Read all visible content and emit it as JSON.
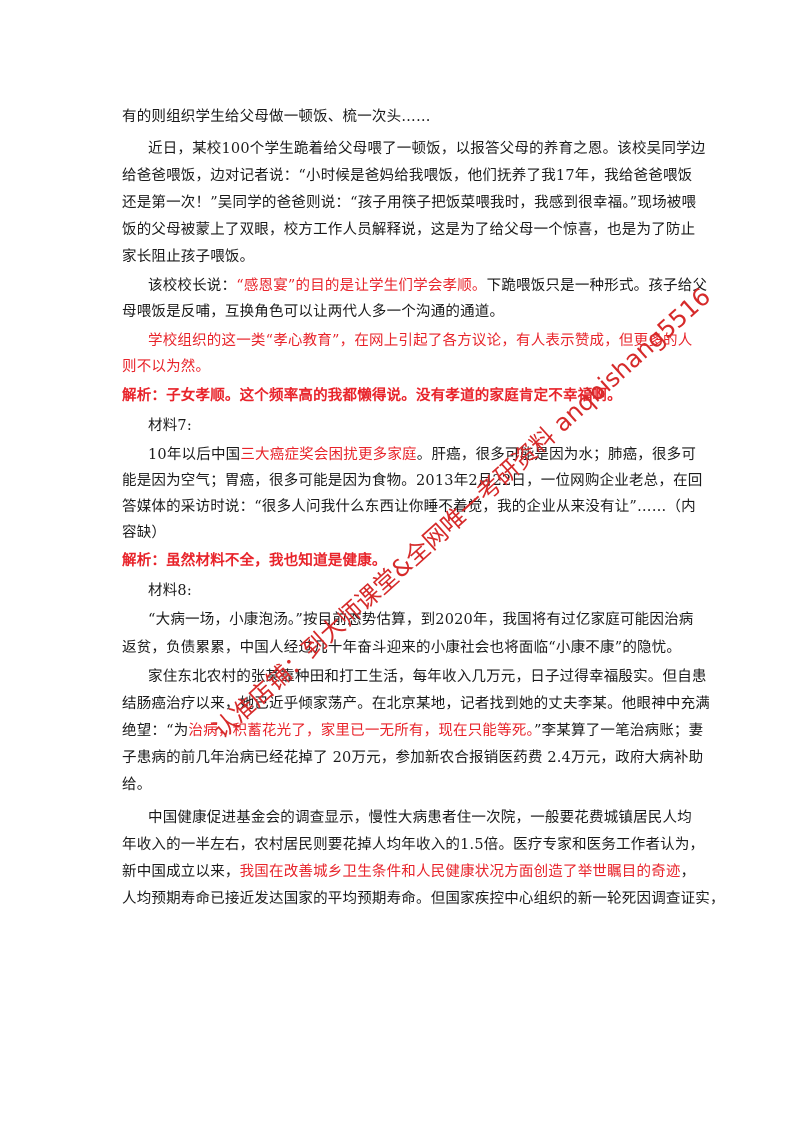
{
  "document": {
    "lines": [
      {
        "segments": [
          {
            "text": "有的则组织学生给父母做一顿饭、梳一次头……",
            "style": "normal"
          }
        ]
      },
      {
        "segments": [
          {
            "text": "近日，某校100个学生跪着给父母喂了一顿饭，以报答父母的养育之恩。该校吴同学边",
            "style": "normal"
          }
        ]
      },
      {
        "segments": [
          {
            "text": "给爸爸喂饭，边对记者说：“小时候是爸妈给我喂饭，他们抚养了我17年，我给爸爸喂饭",
            "style": "normal"
          }
        ]
      },
      {
        "segments": [
          {
            "text": "还是第一次！”吴同学的爸爸则说：“孩子用筷子把饭菜喂我时，我感到很幸福。”现场被喂",
            "style": "normal"
          }
        ]
      },
      {
        "segments": [
          {
            "text": "饭的父母被蒙上了双眼，校方工作人员解释说，这是为了给父母一个惊喜，也是为了防止",
            "style": "normal"
          }
        ]
      },
      {
        "segments": [
          {
            "text": "家长阻止孩子喂饭。",
            "style": "normal"
          }
        ]
      },
      {
        "segments": [
          {
            "text": "该校校长说：",
            "style": "normal"
          },
          {
            "text": "“感恩宴”的目的是让学生们学会孝顺。",
            "style": "red"
          },
          {
            "text": "下跪喂饭只是一种形式。孩子给父",
            "style": "normal"
          }
        ]
      },
      {
        "segments": [
          {
            "text": "母喂饭是反哺，互换角色可以让两代人多一个沟通的通道。",
            "style": "normal"
          }
        ]
      },
      {
        "segments": [
          {
            "text": "学校组织的这一类“孝心教育”，在网上引起了各方议论，有人表示赞成，但更多的人",
            "style": "red"
          }
        ]
      },
      {
        "segments": [
          {
            "text": "则不以为然。",
            "style": "red"
          }
        ]
      },
      {
        "segments": [
          {
            "text": "解析：子女孝顺。这个频率高的我都懒得说。没有孝道的家庭肯定不幸福啊。",
            "style": "red-bold"
          }
        ]
      },
      {
        "segments": [
          {
            "text": "材料7:",
            "style": "normal"
          }
        ]
      },
      {
        "segments": [
          {
            "text": "10年以后中国",
            "style": "normal"
          },
          {
            "text": "三大癌症奖会困扰更多家庭",
            "style": "red"
          },
          {
            "text": "。肝癌，很多可能是因为水；肺癌，很多可",
            "style": "normal"
          }
        ]
      },
      {
        "segments": [
          {
            "text": "能是因为空气；胃癌，很多可能是因为食物。2013年2月22日，一位网购企业老总，在回",
            "style": "normal"
          }
        ]
      },
      {
        "segments": [
          {
            "text": "答媒体的采访时说：“很多人问我什么东西让你睡不着觉，我的企业从来没有让”……（内",
            "style": "normal"
          }
        ]
      },
      {
        "segments": [
          {
            "text": "容缺）",
            "style": "normal"
          }
        ]
      },
      {
        "segments": [
          {
            "text": "解析：虽然材料不全，我也知道是健康。",
            "style": "red-bold"
          }
        ]
      },
      {
        "segments": [
          {
            "text": "材料8:",
            "style": "normal"
          }
        ]
      },
      {
        "segments": [
          {
            "text": "“大病一场，小康泡汤。”按目前态势估算，到2020年，我国将有过亿家庭可能因治病",
            "style": "normal"
          }
        ]
      },
      {
        "segments": [
          {
            "text": "返贫，负债累累，中国人经过几十年奋斗迎来的小康社会也将面临“小康不康”的隐忧。",
            "style": "normal"
          }
        ]
      },
      {
        "segments": [
          {
            "text": "家住东北农村的张某靠种田和打工生活，每年收入几万元，日子过得幸福殷实。但自患",
            "style": "normal"
          }
        ]
      },
      {
        "segments": [
          {
            "text": "结肠癌治疗以来，她已近乎倾家荡产。在北京某地，记者找到她的丈夫李某。他眼神中充满",
            "style": "normal"
          }
        ]
      },
      {
        "segments": [
          {
            "text": "绝望：“为",
            "style": "normal"
          },
          {
            "text": "治病，积蓄花光了，家里已一无所有，现在只能等死。",
            "style": "red"
          },
          {
            "text": "”李某算了一笔治病账；妻",
            "style": "normal"
          }
        ]
      },
      {
        "segments": [
          {
            "text": "子患病的前几年治病已经花掉了 20万元，参加新农合报销医药费 2.4万元，政府大病补助",
            "style": "normal"
          }
        ]
      },
      {
        "segments": [
          {
            "text": "给。",
            "style": "normal"
          }
        ]
      },
      {
        "segments": [
          {
            "text": "中国健康促进基金会的调查显示，慢性大病患者住一次院，一般要花费城镇居民人均",
            "style": "normal"
          }
        ]
      },
      {
        "segments": [
          {
            "text": "年收入的一半左右，农村居民则要花掉人均年收入的1.5倍。医疗专家和医务工作者认为，",
            "style": "normal"
          }
        ]
      },
      {
        "segments": [
          {
            "text": "新中国成立以来，",
            "style": "normal"
          },
          {
            "text": "我国在改善城乡卫生条件和人民健康状况方面创造了举世瞩目的奇迹",
            "style": "red"
          },
          {
            "text": "，",
            "style": "normal"
          }
        ]
      },
      {
        "segments": [
          {
            "text": "人均预期寿命已接近发达国家的平均预期寿命。但国家疾控中心组织的新一轮死因调查证实，",
            "style": "normal"
          }
        ]
      }
    ]
  },
  "watermark": {
    "text": "认准店铺：到大师课堂&全网唯一考研资料 anqbishang5516",
    "color": "#d62a2a"
  }
}
